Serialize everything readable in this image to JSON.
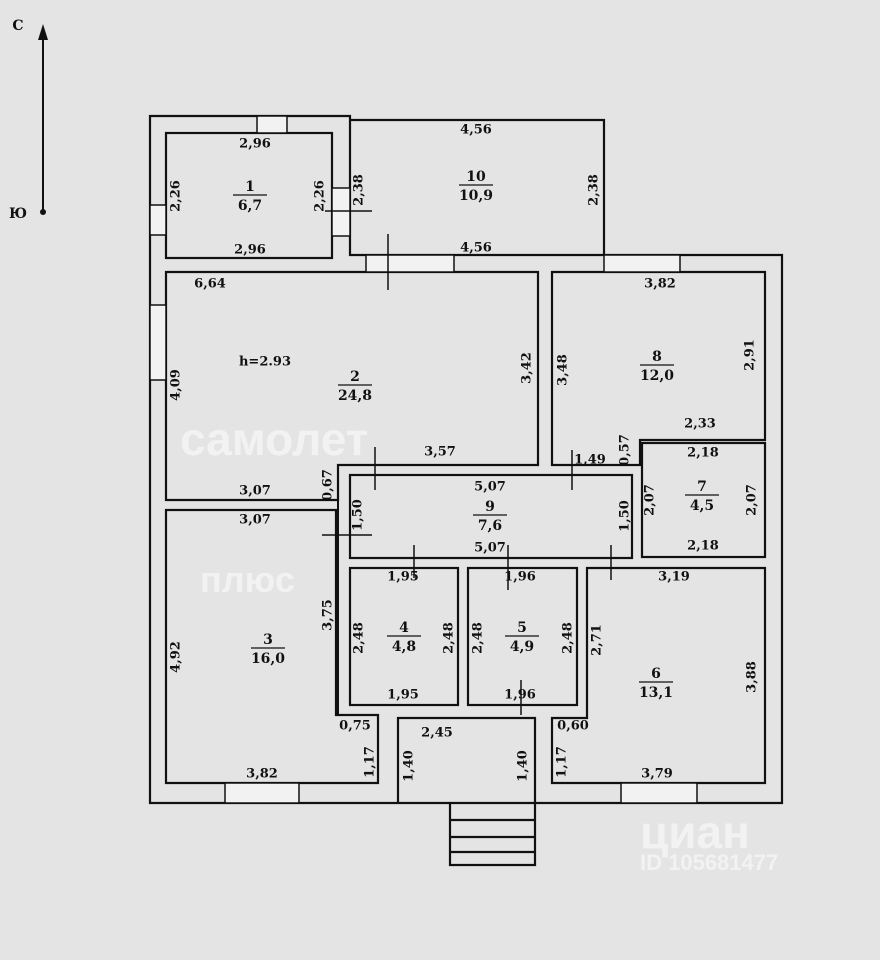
{
  "compass": {
    "north": "С",
    "south": "Ю"
  },
  "rooms": [
    {
      "number": "1",
      "area": "6,7"
    },
    {
      "number": "10",
      "area": "10,9"
    },
    {
      "number": "2",
      "area": "24,8"
    },
    {
      "number": "8",
      "area": "12,0"
    },
    {
      "number": "9",
      "area": "7,6"
    },
    {
      "number": "7",
      "area": "4,5"
    },
    {
      "number": "3",
      "area": "16,0"
    },
    {
      "number": "4",
      "area": "4,8"
    },
    {
      "number": "5",
      "area": "4,9"
    },
    {
      "number": "6",
      "area": "13,1"
    }
  ],
  "dims": [
    "2,96",
    "2,26",
    "2,26",
    "2,38",
    "4,56",
    "2,38",
    "2,96",
    "4,56",
    "6,64",
    "3,82",
    "4,09",
    "3,42",
    "3,48",
    "2,91",
    "h=2.93",
    "2,33",
    "3,57",
    "1,49",
    "0,57",
    "2,18",
    "0,67",
    "3,07",
    "5,07",
    "3,07",
    "1,50",
    "2,07",
    "2,07",
    "1,50",
    "5,07",
    "2,18",
    "1,95",
    "1,96",
    "3,19",
    "3,75",
    "2,48",
    "2,48",
    "2,48",
    "2,48",
    "2,71",
    "3,88",
    "4,92",
    "1,95",
    "1,96",
    "0,75",
    "2,45",
    "0,60",
    "1,17",
    "1,40",
    "1,40",
    "1,17",
    "3,82",
    "3,79"
  ],
  "watermarks": {
    "brand1": "самолет",
    "brand2": "плюс",
    "brand3": "циан",
    "listing_id": "ID 105681477"
  }
}
